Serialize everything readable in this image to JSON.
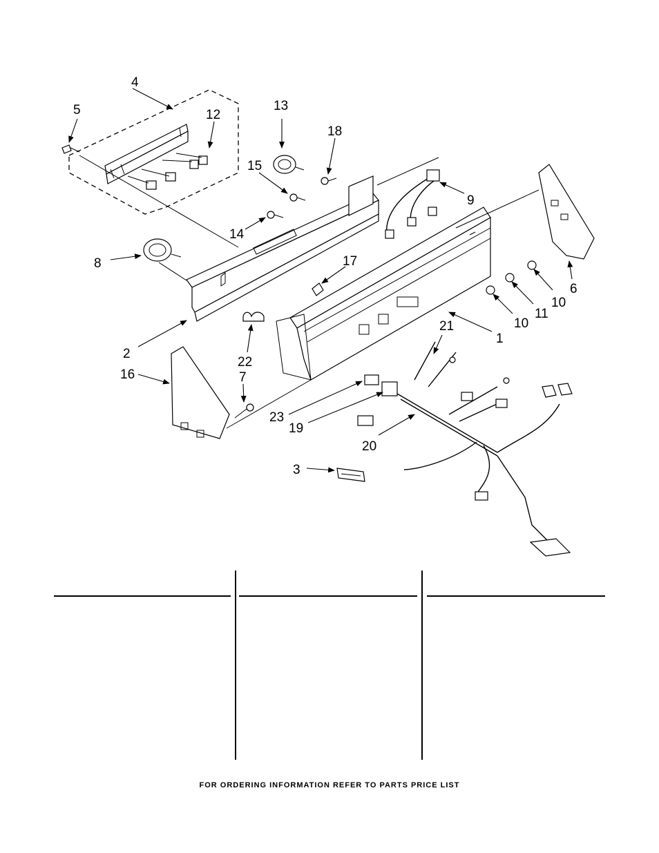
{
  "callouts": [
    {
      "id": "c1",
      "label": "1"
    },
    {
      "id": "c2",
      "label": "2"
    },
    {
      "id": "c3",
      "label": "3"
    },
    {
      "id": "c4",
      "label": "4"
    },
    {
      "id": "c5",
      "label": "5"
    },
    {
      "id": "c6",
      "label": "6"
    },
    {
      "id": "c7",
      "label": "7"
    },
    {
      "id": "c8",
      "label": "8"
    },
    {
      "id": "c9",
      "label": "9"
    },
    {
      "id": "c10a",
      "label": "10"
    },
    {
      "id": "c10b",
      "label": "10"
    },
    {
      "id": "c11",
      "label": "11"
    },
    {
      "id": "c12",
      "label": "12"
    },
    {
      "id": "c13",
      "label": "13"
    },
    {
      "id": "c14",
      "label": "14"
    },
    {
      "id": "c15",
      "label": "15"
    },
    {
      "id": "c16",
      "label": "16"
    },
    {
      "id": "c17",
      "label": "17"
    },
    {
      "id": "c18",
      "label": "18"
    },
    {
      "id": "c19",
      "label": "19"
    },
    {
      "id": "c20",
      "label": "20"
    },
    {
      "id": "c21",
      "label": "21"
    },
    {
      "id": "c22",
      "label": "22"
    },
    {
      "id": "c23",
      "label": "23"
    }
  ],
  "footer": "FOR ORDERING INFORMATION REFER TO PARTS PRICE LIST"
}
